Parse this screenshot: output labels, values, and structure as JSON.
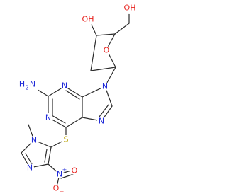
{
  "colors": {
    "bond": "#2b2b2b",
    "carbon_text": "#2b2b2b",
    "nitrogen": "#1f2ad8",
    "oxygen": "#e8211d",
    "sulfur": "#b8a100"
  },
  "labels": {
    "oh_ring": "OH",
    "oh_chain": "OH",
    "ring_o": "O",
    "amino_h": "H",
    "amino_sub": "2",
    "amino_n": "N",
    "n_pur1": "N",
    "n_pur3": "N",
    "n_pur7": "N",
    "n_pur9": "N",
    "sulfur": "S",
    "n_imid_methyl": "N",
    "n_imid": "N",
    "n_nitro": "N",
    "n_nitro_charge": "+",
    "o_nitro_top": "O",
    "o_nitro_bottom": "O",
    "o_nitro_charge": "−"
  }
}
